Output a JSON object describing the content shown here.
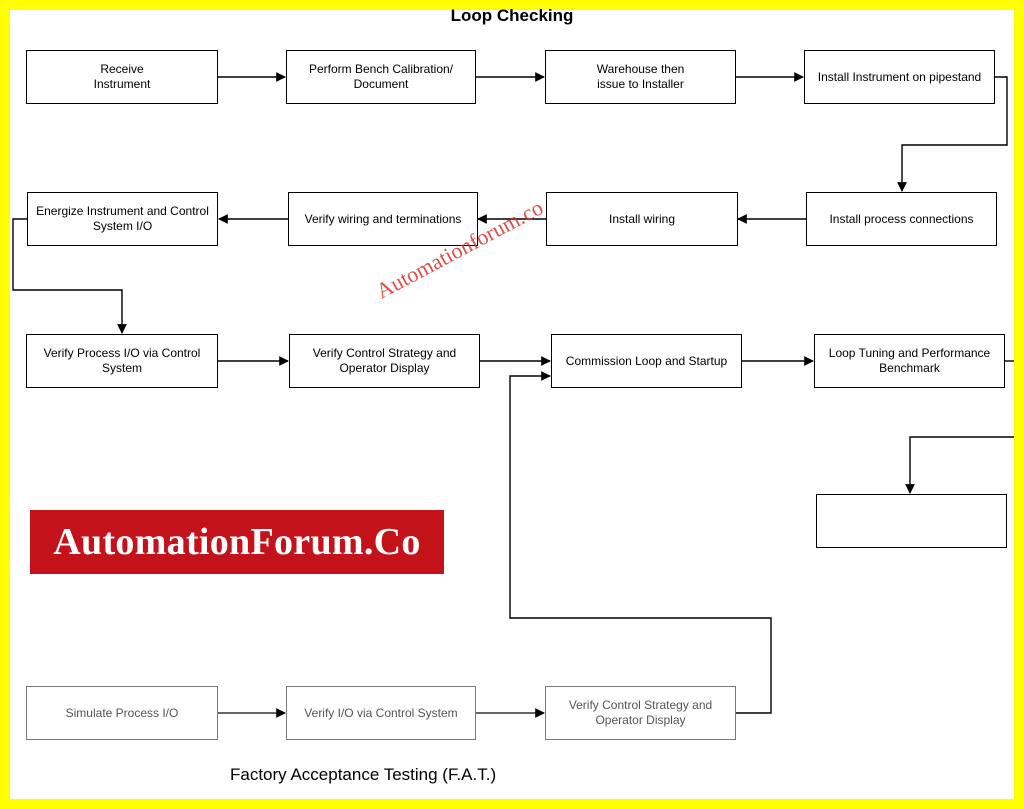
{
  "title": "Loop Checking",
  "boxes": {
    "receive_instrument": "Receive\nInstrument",
    "bench_calibration": "Perform Bench Calibration/\nDocument",
    "warehouse": "Warehouse then\nissue to Installer",
    "install_instrument": "Install Instrument on pipestand",
    "install_process": "Install process connections",
    "install_wiring": "Install wiring",
    "verify_wiring": "Verify wiring and terminations",
    "energize": "Energize Instrument and Control\nSystem I/O",
    "verify_process_io": "Verify Process I/O via Control\nSystem",
    "verify_control_strategy": "Verify Control Strategy and\nOperator Display",
    "commission_loop": "Commission Loop and Startup",
    "loop_tuning": "Loop Tuning and Performance\nBenchmark",
    "blank_box": "",
    "simulate_process_io": "Simulate Process I/O",
    "verify_io_control": "Verify I/O via Control System",
    "fat_verify_control_strategy": "Verify Control Strategy and\nOperator Display"
  },
  "fat_label": "Factory Acceptance Testing (F.A.T.)",
  "banner_text": "AutomationForum.Co",
  "watermark_text": "Automationforum.co",
  "colors": {
    "frame": "#ffff00",
    "banner": "#c4121a",
    "watermark": "#d8302a"
  }
}
